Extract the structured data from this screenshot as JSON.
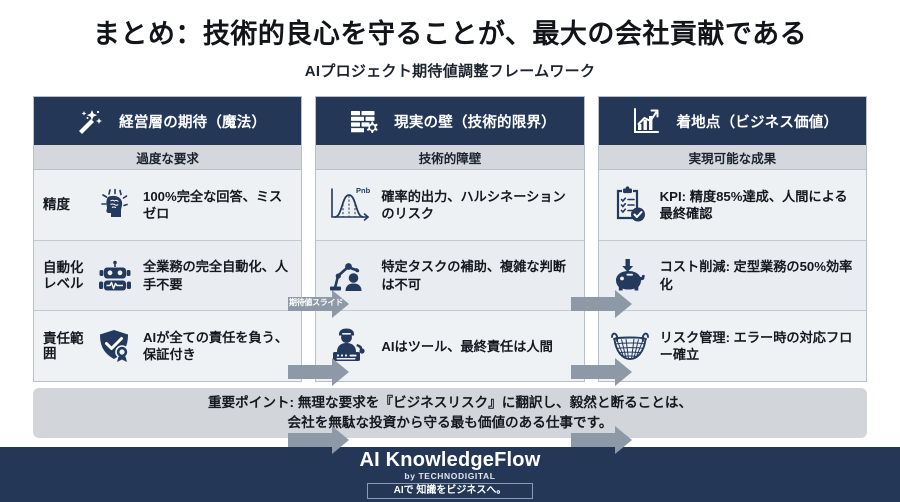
{
  "title": "まとめ：技術的良心を守ることが、最大の会社貢献である",
  "subtitle": "AIプロジェクト期待値調整フレームワーク",
  "columns": [
    {
      "icon": "magic-wand-icon",
      "title": "経営層の期待（魔法）",
      "subheader": "過度な要求"
    },
    {
      "icon": "wall-gear-icon",
      "title": "現実の壁（技術的限界）",
      "subheader": "技術的障壁"
    },
    {
      "icon": "chart-growth-icon",
      "title": "着地点（ビジネス価値）",
      "subheader": "実現可能な成果"
    }
  ],
  "rows": [
    {
      "label": "精度",
      "expectation": {
        "icon": "brain-head-idea-icon",
        "text": "100%完全な回答、ミスゼロ"
      },
      "reality": {
        "icon": "probability-curve-icon",
        "icon_label": "Pnb",
        "text": "確率的出力、ハルシネーションのリスク"
      },
      "landing": {
        "icon": "clipboard-check-icon",
        "text": "KPI: 精度85%達成、人間による最終確認"
      }
    },
    {
      "label": "自動化レベル",
      "expectation": {
        "icon": "robot-icon",
        "text": "全業務の完全自動化、人手不要"
      },
      "reality": {
        "icon": "robot-arm-person-icon",
        "text": "特定タスクの補助、複雑な判断は不可"
      },
      "landing": {
        "icon": "piggy-bank-icon",
        "text": "コスト削減: 定型業務の50%効率化"
      }
    },
    {
      "label": "責任範囲",
      "expectation": {
        "icon": "shield-check-badge-icon",
        "text": "AIが全ての責任を負う、保証付き"
      },
      "reality": {
        "icon": "operator-console-icon",
        "text": "AIはツール、最終責任は人間"
      },
      "landing": {
        "icon": "safety-net-icon",
        "text": "リスク管理: エラー時の対応フロー確立"
      }
    }
  ],
  "arrows": {
    "first_label": "期待値スライド"
  },
  "note": {
    "line1": "重要ポイント: 無理な要求を『ビジネスリスク』に翻訳し、毅然と断ることは、",
    "line2": "会社を無駄な投資から守る最も価値のある仕事です。"
  },
  "footer": {
    "brand": "AI KnowledgeFlow",
    "by": "by TECHNODIGITAL",
    "tagline": "AIで 知識をビジネスへ。"
  },
  "colors": {
    "navy": "#243757",
    "subheader_gray": "#d4d8dd",
    "cell_bg": "#eef1f4",
    "note_bg": "#d2d6db",
    "arrow_gray": "#8e99a8",
    "icon_navy": "#24395e"
  }
}
